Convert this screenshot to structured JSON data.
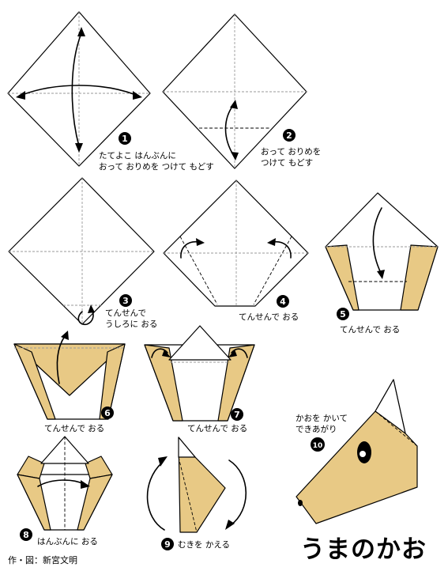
{
  "title": "うまのかお",
  "credit": "作・図：新宮文明",
  "colors": {
    "paper_back": "#e8c985",
    "paper_front": "#ffffff",
    "line": "#000000"
  },
  "steps": [
    {
      "number": "1",
      "text_lines": [
        "たてよこ はんぶんに",
        "おって おりめを つけて もどす"
      ]
    },
    {
      "number": "2",
      "text_lines": [
        "おって おりめを",
        "つけて もどす"
      ]
    },
    {
      "number": "3",
      "text_lines": [
        "てんせんで",
        "うしろに おる"
      ]
    },
    {
      "number": "4",
      "text_lines": [
        "てんせんで おる"
      ]
    },
    {
      "number": "5",
      "text_lines": [
        "てんせんで おる"
      ]
    },
    {
      "number": "6",
      "text_lines": [
        "てんせんで おる"
      ]
    },
    {
      "number": "7",
      "text_lines": [
        "てんせんで おる"
      ]
    },
    {
      "number": "8",
      "text_lines": [
        "はんぶんに おる"
      ]
    },
    {
      "number": "9",
      "text_lines": [
        "むきを かえる"
      ]
    },
    {
      "number": "10",
      "text_lines": [
        "かおを かいて",
        "できあがり"
      ]
    }
  ]
}
